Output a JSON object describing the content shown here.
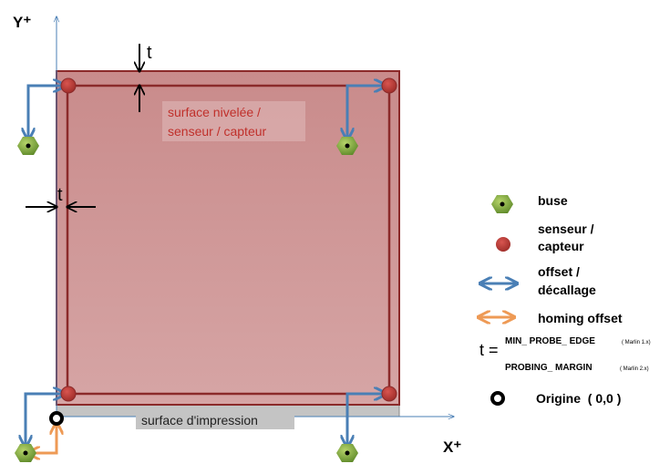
{
  "axes": {
    "y_label": "Y⁺",
    "x_label": "X⁺"
  },
  "thickness_label": "t",
  "leveled_surface": {
    "line1": "surface nivelée /",
    "line2": "senseur / capteur"
  },
  "print_surface": "surface d'impression",
  "legend": {
    "nozzle": "buse",
    "sensor_line1": "senseur /",
    "sensor_line2": "capteur",
    "offset_line1": "offset /",
    "offset_line2": "décallage",
    "homing": "homing offset",
    "t_eq": "t =",
    "marlin1_param": "MIN_ PROBE_ EDGE",
    "marlin1_note": "( Marlin 1.x)",
    "marlin2_param": "PROBING_ MARGIN",
    "marlin2_note": "( Marlin 2.x)",
    "origin": "Origine  ( 0,0 )"
  },
  "colors": {
    "surface": "#c98f8f",
    "border": "#8b2a2a",
    "sensor": "#c0413d",
    "nozzle": "#7aa23a",
    "offset": "#4a7fb5",
    "homing": "#ee9a55",
    "gray": "#c4c4c4"
  }
}
